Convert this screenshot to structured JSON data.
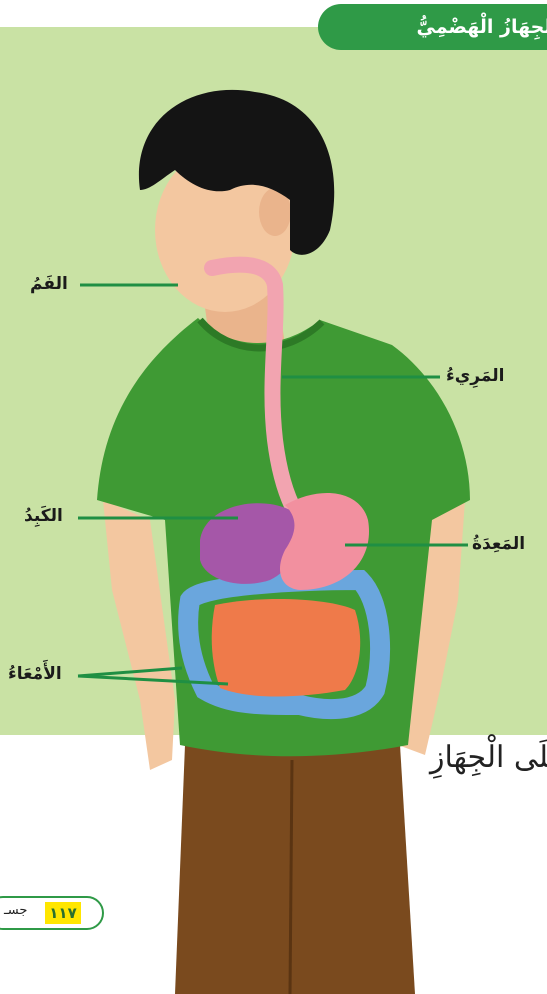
{
  "header": {
    "title": "الجِهَازُ الْهَضْمِيُّ"
  },
  "labels": {
    "mouth": "الفَمُ",
    "esophagus": "المَرِيءُ",
    "liver": "الكَبِدُ",
    "stomach": "المَعِدَةُ",
    "intestines": "الأَمْعَاءُ"
  },
  "page_text": "عَلَى الْجِهَازِ",
  "footer": {
    "page_number": "١١٧",
    "page_word": "جسـ"
  },
  "colors": {
    "panel": "#c9e2a4",
    "accent": "#2f9a47",
    "shirt": "#3f9a34",
    "pants": "#7a4a1e",
    "skin": "#f3c7a0",
    "hair": "#141414",
    "esophagus": "#f2a4b0",
    "liver": "#a557a8",
    "stomach": "#f2909f",
    "small_intestine": "#ef7a4a",
    "large_intestine": "#6aa6dd"
  }
}
